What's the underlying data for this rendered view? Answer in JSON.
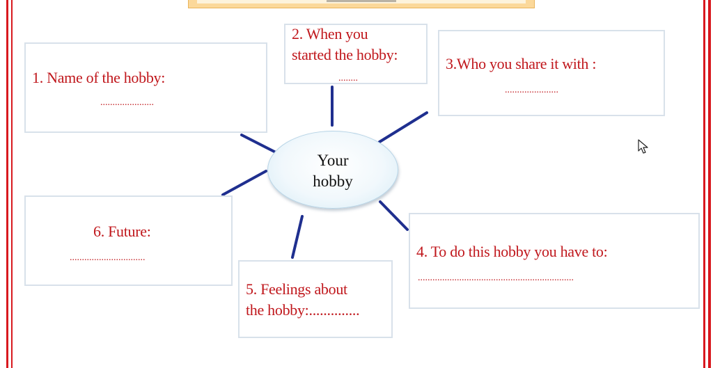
{
  "hub": {
    "line1": "Your",
    "line2": "hobby"
  },
  "boxes": {
    "name": {
      "label": "1.  Name of the hobby:",
      "blank": "......................"
    },
    "started": {
      "line1": "2. When you",
      "line2": "started the hobby:",
      "blank": "........"
    },
    "share": {
      "label": "3.Who you share it with :",
      "blank": "......................"
    },
    "todo": {
      "label": "4. To do this hobby you have to:",
      "blank": "................................................................"
    },
    "feelings": {
      "line1": "5. Feelings about",
      "line2": "the hobby:.............."
    },
    "future": {
      "label": "6. Future:",
      "blank": "..............................."
    }
  },
  "colors": {
    "text_red": "#c0171c",
    "connector": "#1f2f8f",
    "box_border": "#d8e1ea",
    "frame_red": "#d8181e",
    "banner": "#fbd89a"
  },
  "icons": {
    "pointer": "mouse-pointer-icon"
  }
}
